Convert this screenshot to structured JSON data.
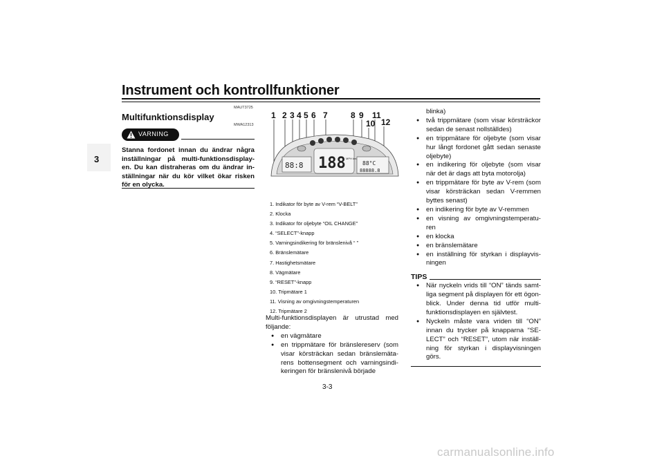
{
  "header": {
    "title": "Instrument och kontrollfunktioner"
  },
  "chapter": "3",
  "section": {
    "code": "MAUT3725",
    "title": "Multifunktionsdisplay",
    "warning_code": "MWA12313",
    "warning_label": "VARNING",
    "warning_text": "Stanna fordonet innan du ändrar några inställningar på multi-funktionsdisplay-en. Du kan distraheras om du ändrar in-ställningar när du kör vilket ökar risken för en olycka."
  },
  "diagram": {
    "callouts": [
      "1",
      "2",
      "3",
      "4",
      "5",
      "6",
      "7",
      "8",
      "9",
      "10",
      "11",
      "12"
    ],
    "lcd_small": "88:8",
    "lcd_speed": "188",
    "lcd_unit": "MPH km/h",
    "lcd_temp": "88°C",
    "lcd_odo": "88888.8"
  },
  "legend": [
    "1.  Indikator för byte av V-rem “V-BELT”",
    "2.  Klocka",
    "3.  Indikator för oljebyte “OIL CHANGE”",
    "4.  “SELECT”-knapp",
    "5.  Varningsindikering för bränslenivå “ ”",
    "6.  Bränslemätare",
    "7.  Hastighetsmätare",
    "8.  Vägmätare",
    "9.  “RESET”-knapp",
    "10. Tripmätare 1",
    "11. Visning av omgivningstemperaturen",
    "12. Tripmätare 2"
  ],
  "body": {
    "intro": "Multi-funktionsdisplayen är utrustad med följande:",
    "items_col2": [
      "en vägmätare",
      "en trippmätare för bränslereserv (som visar körsträckan sedan bränslemäta-rens bottensegment och varningsindi-keringen för bränslenivå började"
    ],
    "cont_col3": "blinka)",
    "items_col3": [
      "två trippmätare (som visar körsträckor sedan de senast nollställdes)",
      "en trippmätare för oljebyte (som visar hur långt fordonet gått sedan senaste oljebyte)",
      "en indikering för oljebyte (som visar när det är dags att byta motorolja)",
      "en trippmätare för byte av V-rem (som visar körsträckan sedan V-remmen byttes senast)",
      "en indikering för byte av V-remmen",
      "en visning av omgivningstemperatu-ren",
      "en klocka",
      "en bränslemätare",
      "en inställning för styrkan i displayvis-ningen"
    ]
  },
  "tips": {
    "heading": "TIPS",
    "items": [
      "När nyckeln vrids till “ON” tänds samt-liga segment på displayen för ett ögon-blick. Under denna tid utför multi-funktionsdisplayen en självtest.",
      "Nyckeln måste vara vriden till “ON” innan du trycker på knapparna “SE-LECT” och “RESET”, utom när inställ-ning för styrkan i displayvisningen görs."
    ]
  },
  "page_number": "3-3",
  "watermark": "carmanualsonline.info"
}
